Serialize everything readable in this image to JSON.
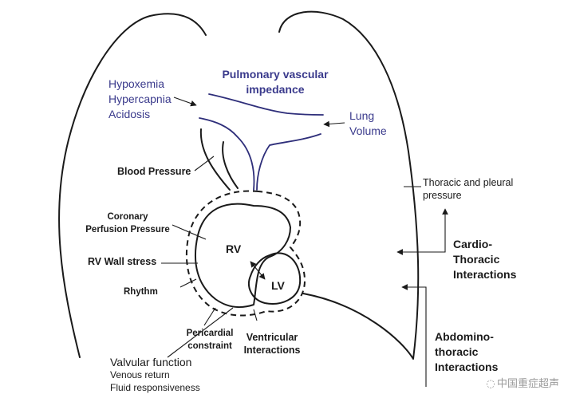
{
  "labels": {
    "pulmonary_vascular_impedance": [
      "Pulmonary vascular",
      "impedance"
    ],
    "hypoxemia_group": [
      "Hypoxemia",
      "Hypercapnia",
      "Acidosis"
    ],
    "lung_volume": [
      "Lung",
      "Volume"
    ],
    "blood_pressure": "Blood Pressure",
    "thoracic_pleural_pressure": [
      "Thoracic and pleural",
      "pressure"
    ],
    "coronary_perfusion_pressure": [
      "Coronary",
      "Perfusion Pressure"
    ],
    "rv": "RV",
    "lv": "LV",
    "rv_wall_stress": "RV Wall stress",
    "rhythm": "Rhythm",
    "cardio_thoracic": [
      "Cardio-",
      "Thoracic",
      "Interactions"
    ],
    "pericardial_constraint": [
      "Pericardial",
      "constraint"
    ],
    "ventricular_interactions": [
      "Ventricular",
      "Interactions"
    ],
    "valvular_function": "Valvular function",
    "venous_return": "Venous return",
    "fluid_responsiveness": "Fluid responsiveness",
    "abdomino_thoracic": [
      "Abdomino-",
      "thoracic",
      "Interactions"
    ]
  },
  "watermark": "中国重症超声",
  "colors": {
    "outline": "#1a1a1a",
    "vessel": "#2e2e7a",
    "blue_text": "#3a3a8c"
  }
}
